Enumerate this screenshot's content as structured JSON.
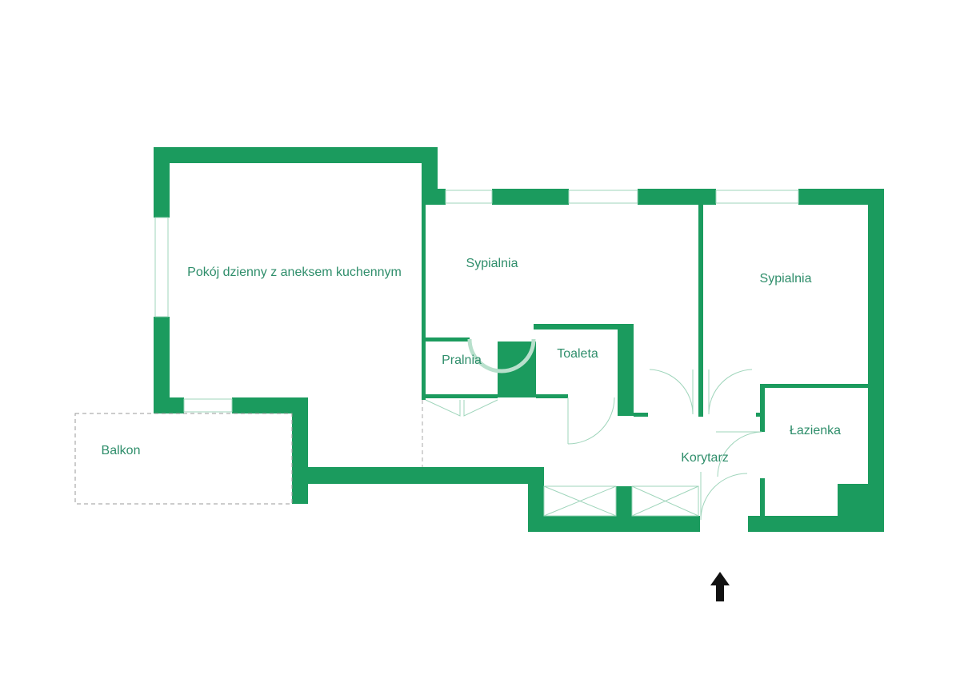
{
  "colors": {
    "wall": "#1b9b5e",
    "label": "#2f8e6b",
    "window": "#cfe9dc",
    "arrow": "#111111"
  },
  "rooms": [
    {
      "id": "living",
      "label": "Pokój dzienny z aneksem kuchennym"
    },
    {
      "id": "bedroom1",
      "label": "Sypialnia"
    },
    {
      "id": "bedroom2",
      "label": "Sypialnia"
    },
    {
      "id": "laundry",
      "label": "Pralnia"
    },
    {
      "id": "toilet",
      "label": "Toaleta"
    },
    {
      "id": "bathroom",
      "label": "Łazienka"
    },
    {
      "id": "corridor",
      "label": "Korytarz"
    },
    {
      "id": "balcony",
      "label": "Balkon"
    }
  ],
  "entrance_icon": "arrow-up-icon"
}
